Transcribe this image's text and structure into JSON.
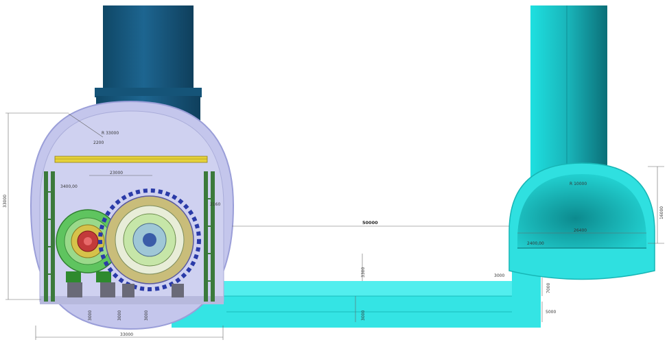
{
  "dimensions": {
    "main_cavern_height": "33000",
    "main_cavern_width": "33000",
    "crown_radius": "R 33000",
    "crown_gap": "2200",
    "crane_span": "23000",
    "left_offset": "3400,00",
    "wall_offset": "2160",
    "dist_between_caverns": "50000",
    "tunnel_height": "3300",
    "tunnel_floor": "3000",
    "tunnel_step": "3000",
    "small_cavern_radius": "R 10000",
    "small_cavern_height": "16000",
    "small_cavern_width": "26400",
    "small_cavern_offset": "2400,00",
    "floor_a": "3000",
    "floor_b": "3000",
    "floor_c": "3000",
    "corner_a": "7000",
    "corner_b": "5000"
  },
  "colors": {
    "cavern_fill": "#c4c6ec",
    "cavern_stroke": "#9a9ed8",
    "shaft_left": "#1b5f86",
    "shaft_right": "#22d6d6",
    "tunnel": "#33e4e4",
    "crane": "#e6d23a",
    "detector_green": "#5fc45f",
    "detector_blue": "#2a3aa8"
  }
}
